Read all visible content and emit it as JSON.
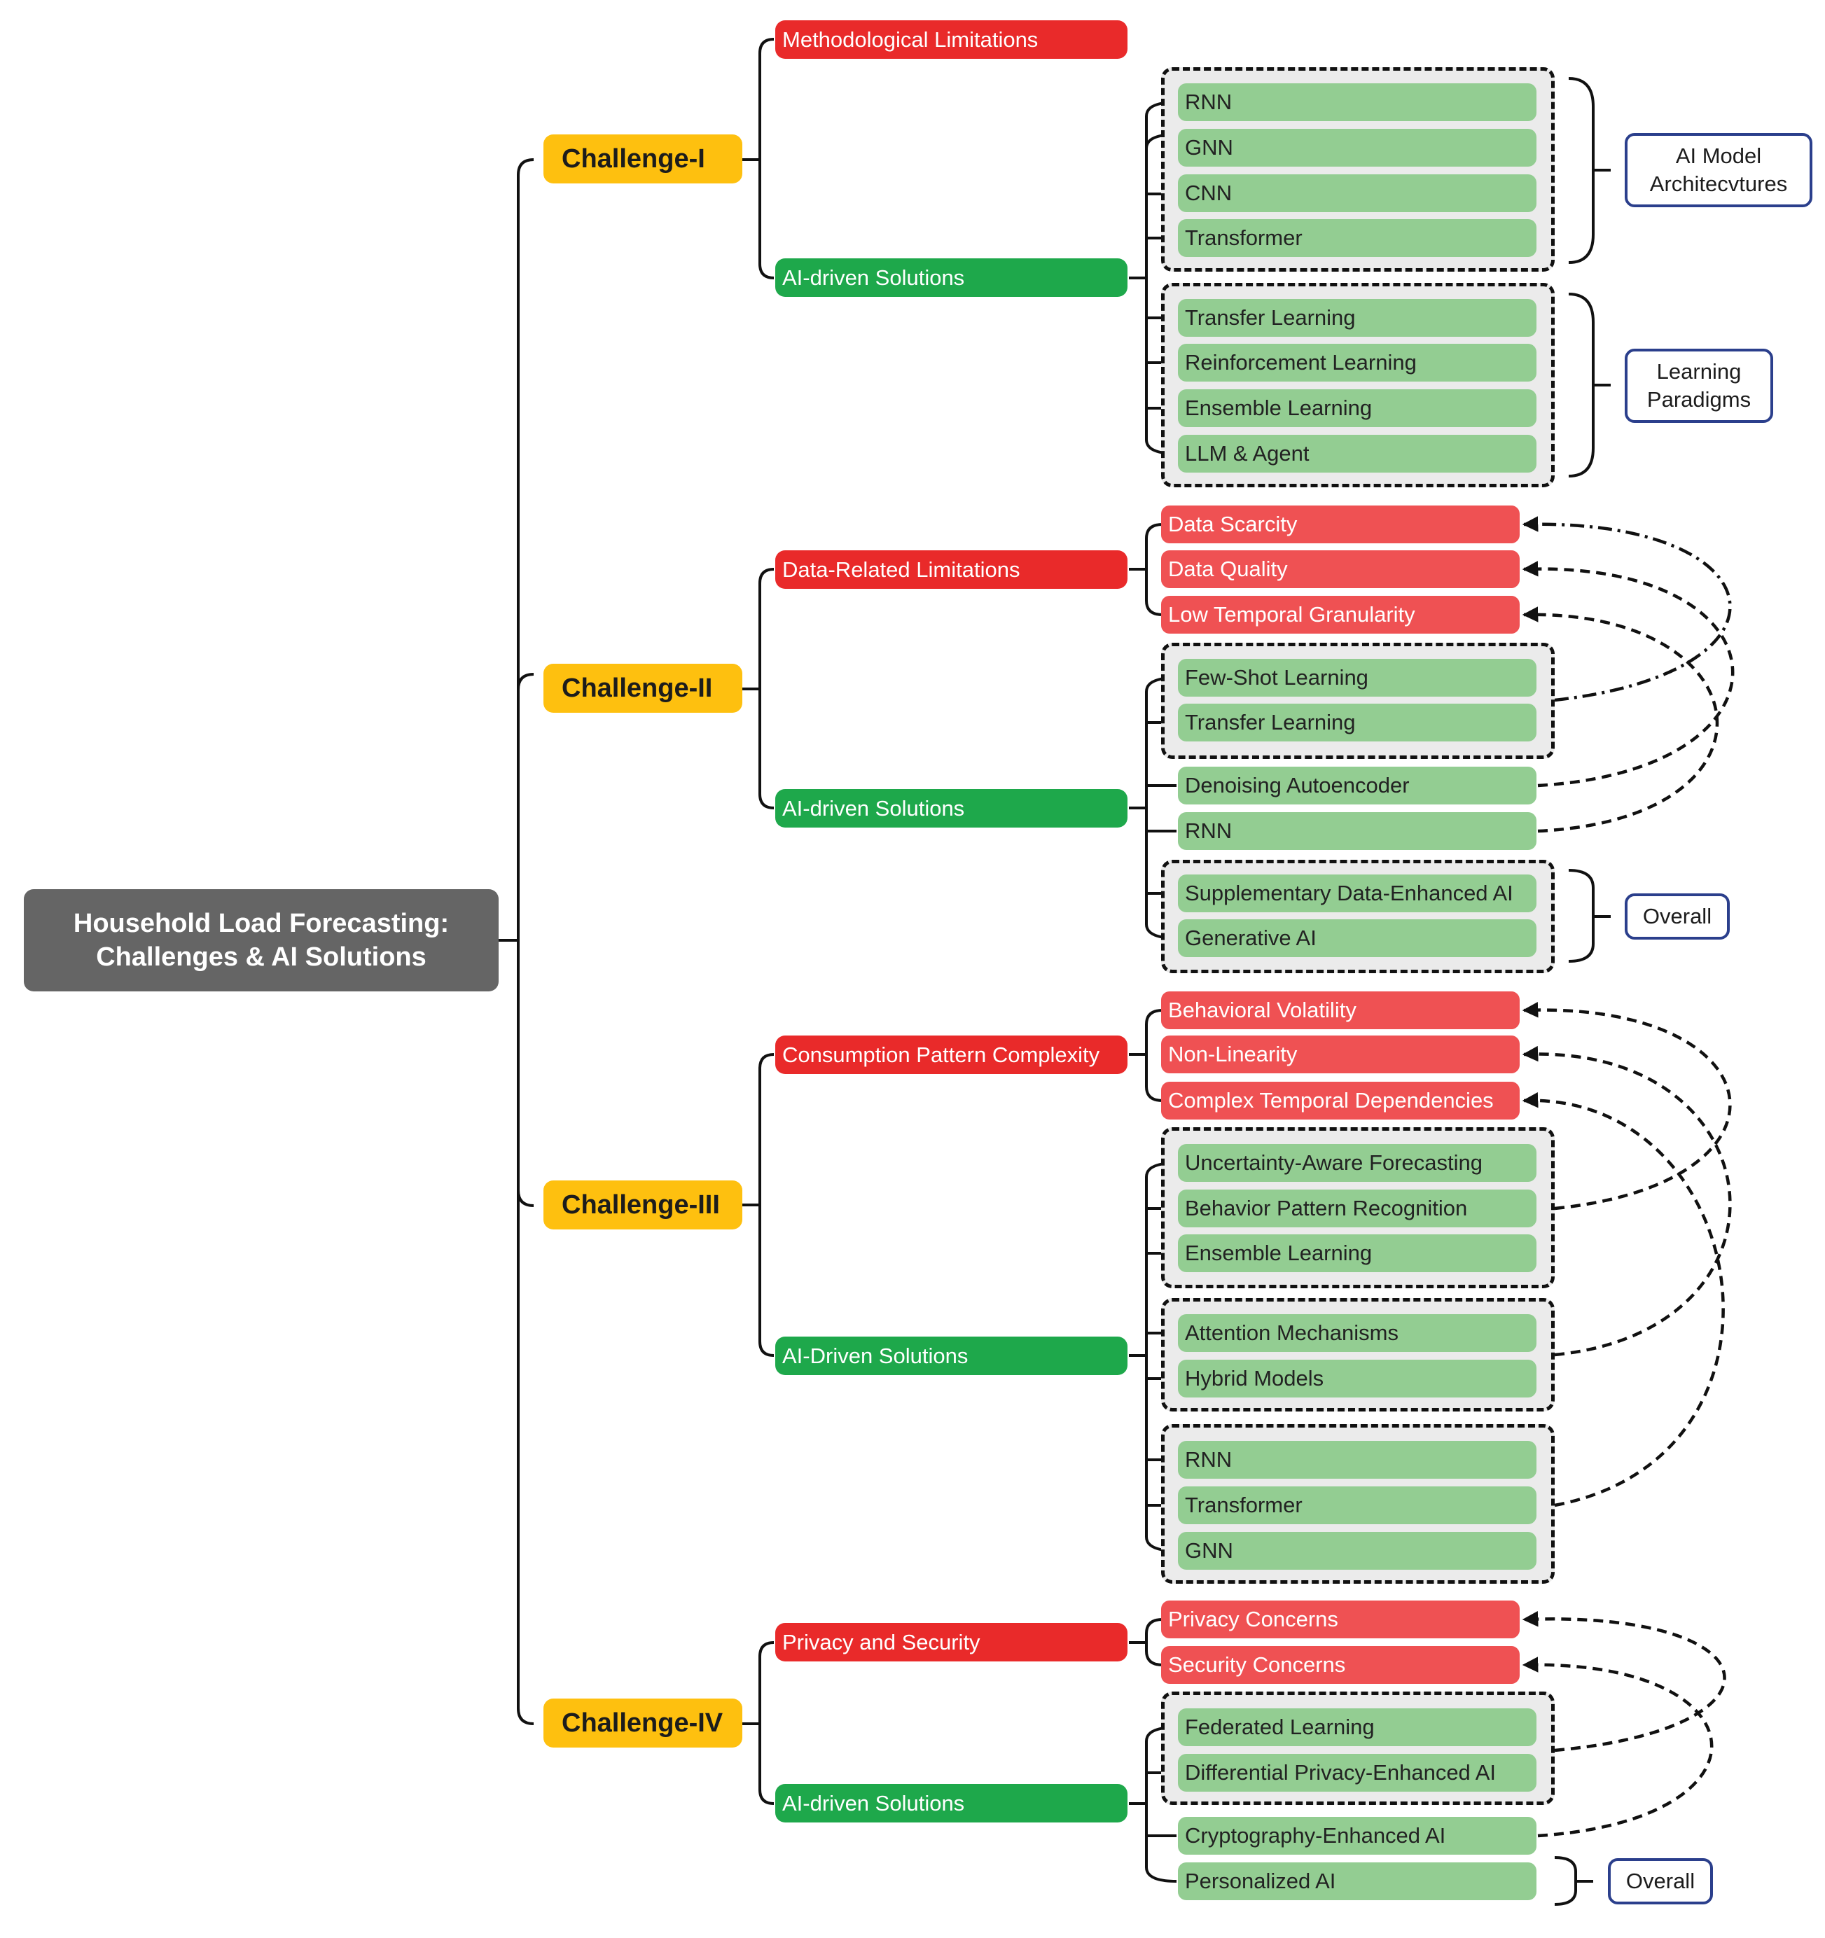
{
  "root": {
    "line1": "Household Load Forecasting:",
    "line2": "Challenges & AI Solutions"
  },
  "challenges": [
    {
      "label": "Challenge-I",
      "limitation": "Methodological Limitations",
      "solutions": "AI-driven Solutions"
    },
    {
      "label": "Challenge-II",
      "limitation": "Data-Related Limitations",
      "solutions": "AI-driven Solutions"
    },
    {
      "label": "Challenge-III",
      "limitation": "Consumption Pattern Complexity",
      "solutions": "AI-Driven Solutions"
    },
    {
      "label": "Challenge-IV",
      "limitation": "Privacy and Security",
      "solutions": "AI-driven Solutions"
    }
  ],
  "c1_leaves": [
    "RNN",
    "GNN",
    "CNN",
    "Transformer",
    "Transfer Learning",
    "Reinforcement Learning",
    "Ensemble Learning",
    "LLM & Agent"
  ],
  "c2_limits": [
    "Data Scarcity",
    "Data Quality",
    "Low Temporal Granularity"
  ],
  "c2_leaves": [
    "Few-Shot Learning",
    "Transfer Learning",
    "Denoising Autoencoder",
    "RNN",
    "Supplementary Data-Enhanced AI",
    "Generative AI"
  ],
  "c3_limits": [
    "Behavioral Volatility",
    "Non-Linearity",
    "Complex Temporal Dependencies"
  ],
  "c3_leaves": [
    "Uncertainty-Aware Forecasting",
    "Behavior Pattern Recognition",
    "Ensemble Learning",
    "Attention Mechanisms",
    "Hybrid Models",
    "RNN",
    "Transformer",
    "GNN"
  ],
  "c4_limits": [
    "Privacy Concerns",
    "Security Concerns"
  ],
  "c4_leaves": [
    "Federated Learning",
    "Differential Privacy-Enhanced AI",
    "Cryptography-Enhanced AI",
    "Personalized AI"
  ],
  "notes": {
    "arch_line1": "AI Model",
    "arch_line2": "Architecvtures",
    "para_line1": "Learning",
    "para_line2": "Paradigms",
    "overall": "Overall"
  },
  "colors": {
    "root": "#656565",
    "challenge": "#fec00f",
    "limitation": "#e92a2a",
    "solution": "#1ea84b",
    "sub_limitation": "#ef5153",
    "leaf": "#93cd92",
    "note_border": "#2b3f8c",
    "group_fill": "#ebebeb",
    "line": "#111111"
  }
}
